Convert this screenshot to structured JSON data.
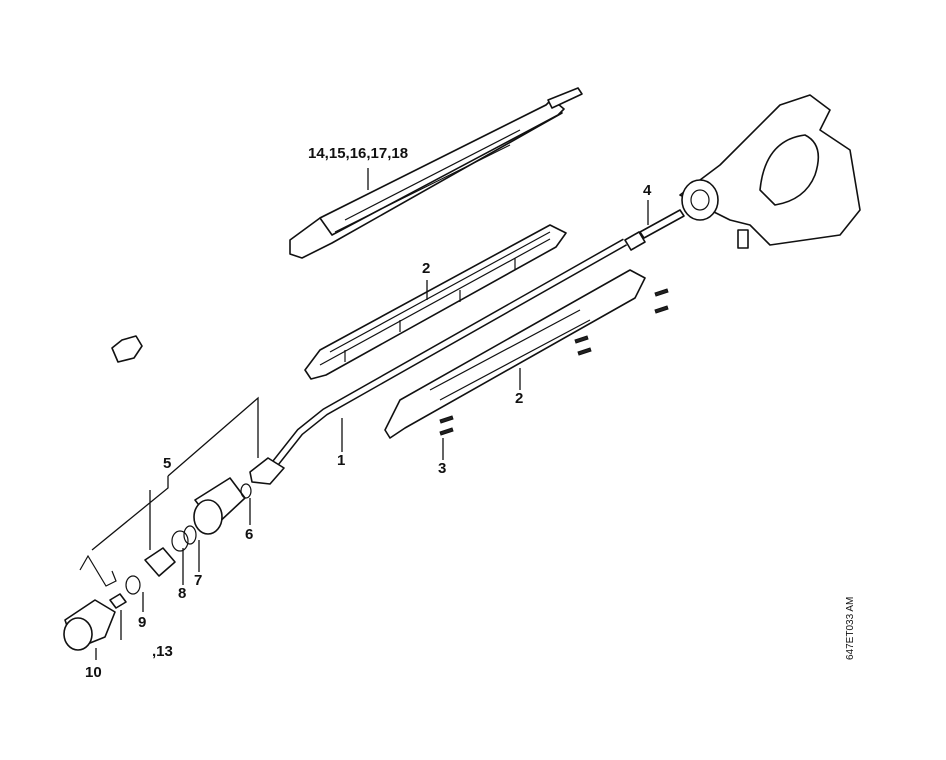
{
  "labels": {
    "l14_18": "14,15,16,17,18",
    "l2a": "2",
    "l4": "4",
    "l2b": "2",
    "l1": "1",
    "l3": "3",
    "l5": "5",
    "l6": "6",
    "l7": "7",
    "l8": "8",
    "l9": "9",
    "l10": "10",
    "l13": ",13"
  },
  "drawing_code": "647ET033 AM"
}
